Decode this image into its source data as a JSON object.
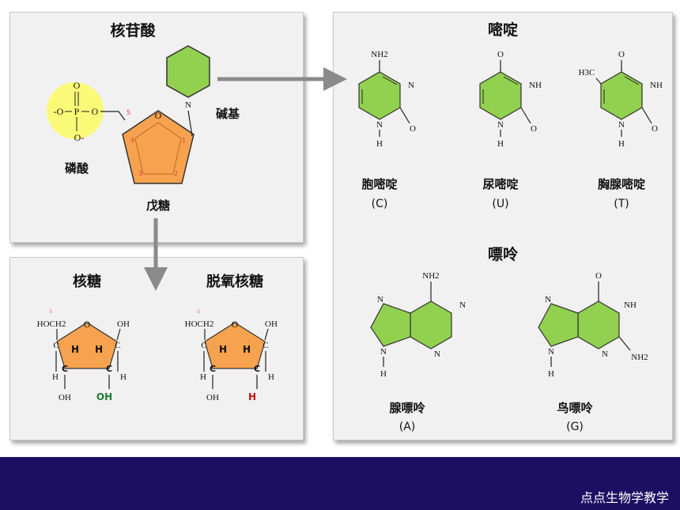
{
  "nucleotide": {
    "title": "核苷酸",
    "phosphate_label": "磷酸",
    "sugar_label": "戊糖",
    "base_label": "碱基",
    "phosphate": {
      "o_top": "O",
      "o_left": "-O",
      "p": "P",
      "o_right": "O",
      "o_bottom": "O-"
    },
    "ring_o": "O",
    "ring_n": "N",
    "carbon_numbers": [
      "5",
      "4",
      "3",
      "2",
      "1"
    ]
  },
  "sugars": {
    "ribose": {
      "title": "核糖",
      "hoch2": "HOCH2",
      "oh_top": "OH",
      "ring_o": "O",
      "h": "H",
      "c": "C",
      "oh_bottom": "OH",
      "c2_group": "OH",
      "c2_color": "#1e7a35"
    },
    "deoxyribose": {
      "title": "脱氧核糖",
      "hoch2": "HOCH2",
      "oh_top": "OH",
      "ring_o": "O",
      "h": "H",
      "c": "C",
      "oh_bottom": "OH",
      "c2_group": "H",
      "c2_color": "#cc1111"
    }
  },
  "pyrimidines": {
    "title": "嘧啶",
    "bases": [
      {
        "name": "胞嘧啶",
        "abbr": "(C)",
        "top": "NH2",
        "n3": "N",
        "c2o": "O",
        "n1": "N",
        "h": "H"
      },
      {
        "name": "尿嘧啶",
        "abbr": "(U)",
        "top": "O",
        "n3": "NH",
        "c2o": "O",
        "n1": "N",
        "h": "H"
      },
      {
        "name": "胸腺嘧啶",
        "abbr": "(T)",
        "top": "O",
        "n3": "NH",
        "c2o": "O",
        "n1": "N",
        "h": "H",
        "methyl": "H3C"
      }
    ]
  },
  "purines": {
    "title": "嘌呤",
    "bases": [
      {
        "name": "腺嘌呤",
        "abbr": "(A)",
        "top": "NH2",
        "n1": "N",
        "n3": "N",
        "n7": "N",
        "n9": "N",
        "h": "H"
      },
      {
        "name": "鸟嘌呤",
        "abbr": "(G)",
        "top": "O",
        "n1": "NH",
        "n3": "N",
        "n7": "N",
        "n9": "N",
        "h": "H",
        "nh2": "NH2"
      }
    ]
  },
  "footer": {
    "text": "点点生物学教学"
  },
  "colors": {
    "base_green": "#92d050",
    "sugar_orange": "#f7a24e",
    "phosphate_yellow": "#fafa78",
    "footer_bg": "#1c0f63",
    "panel_bg": "#f1f1f1"
  }
}
